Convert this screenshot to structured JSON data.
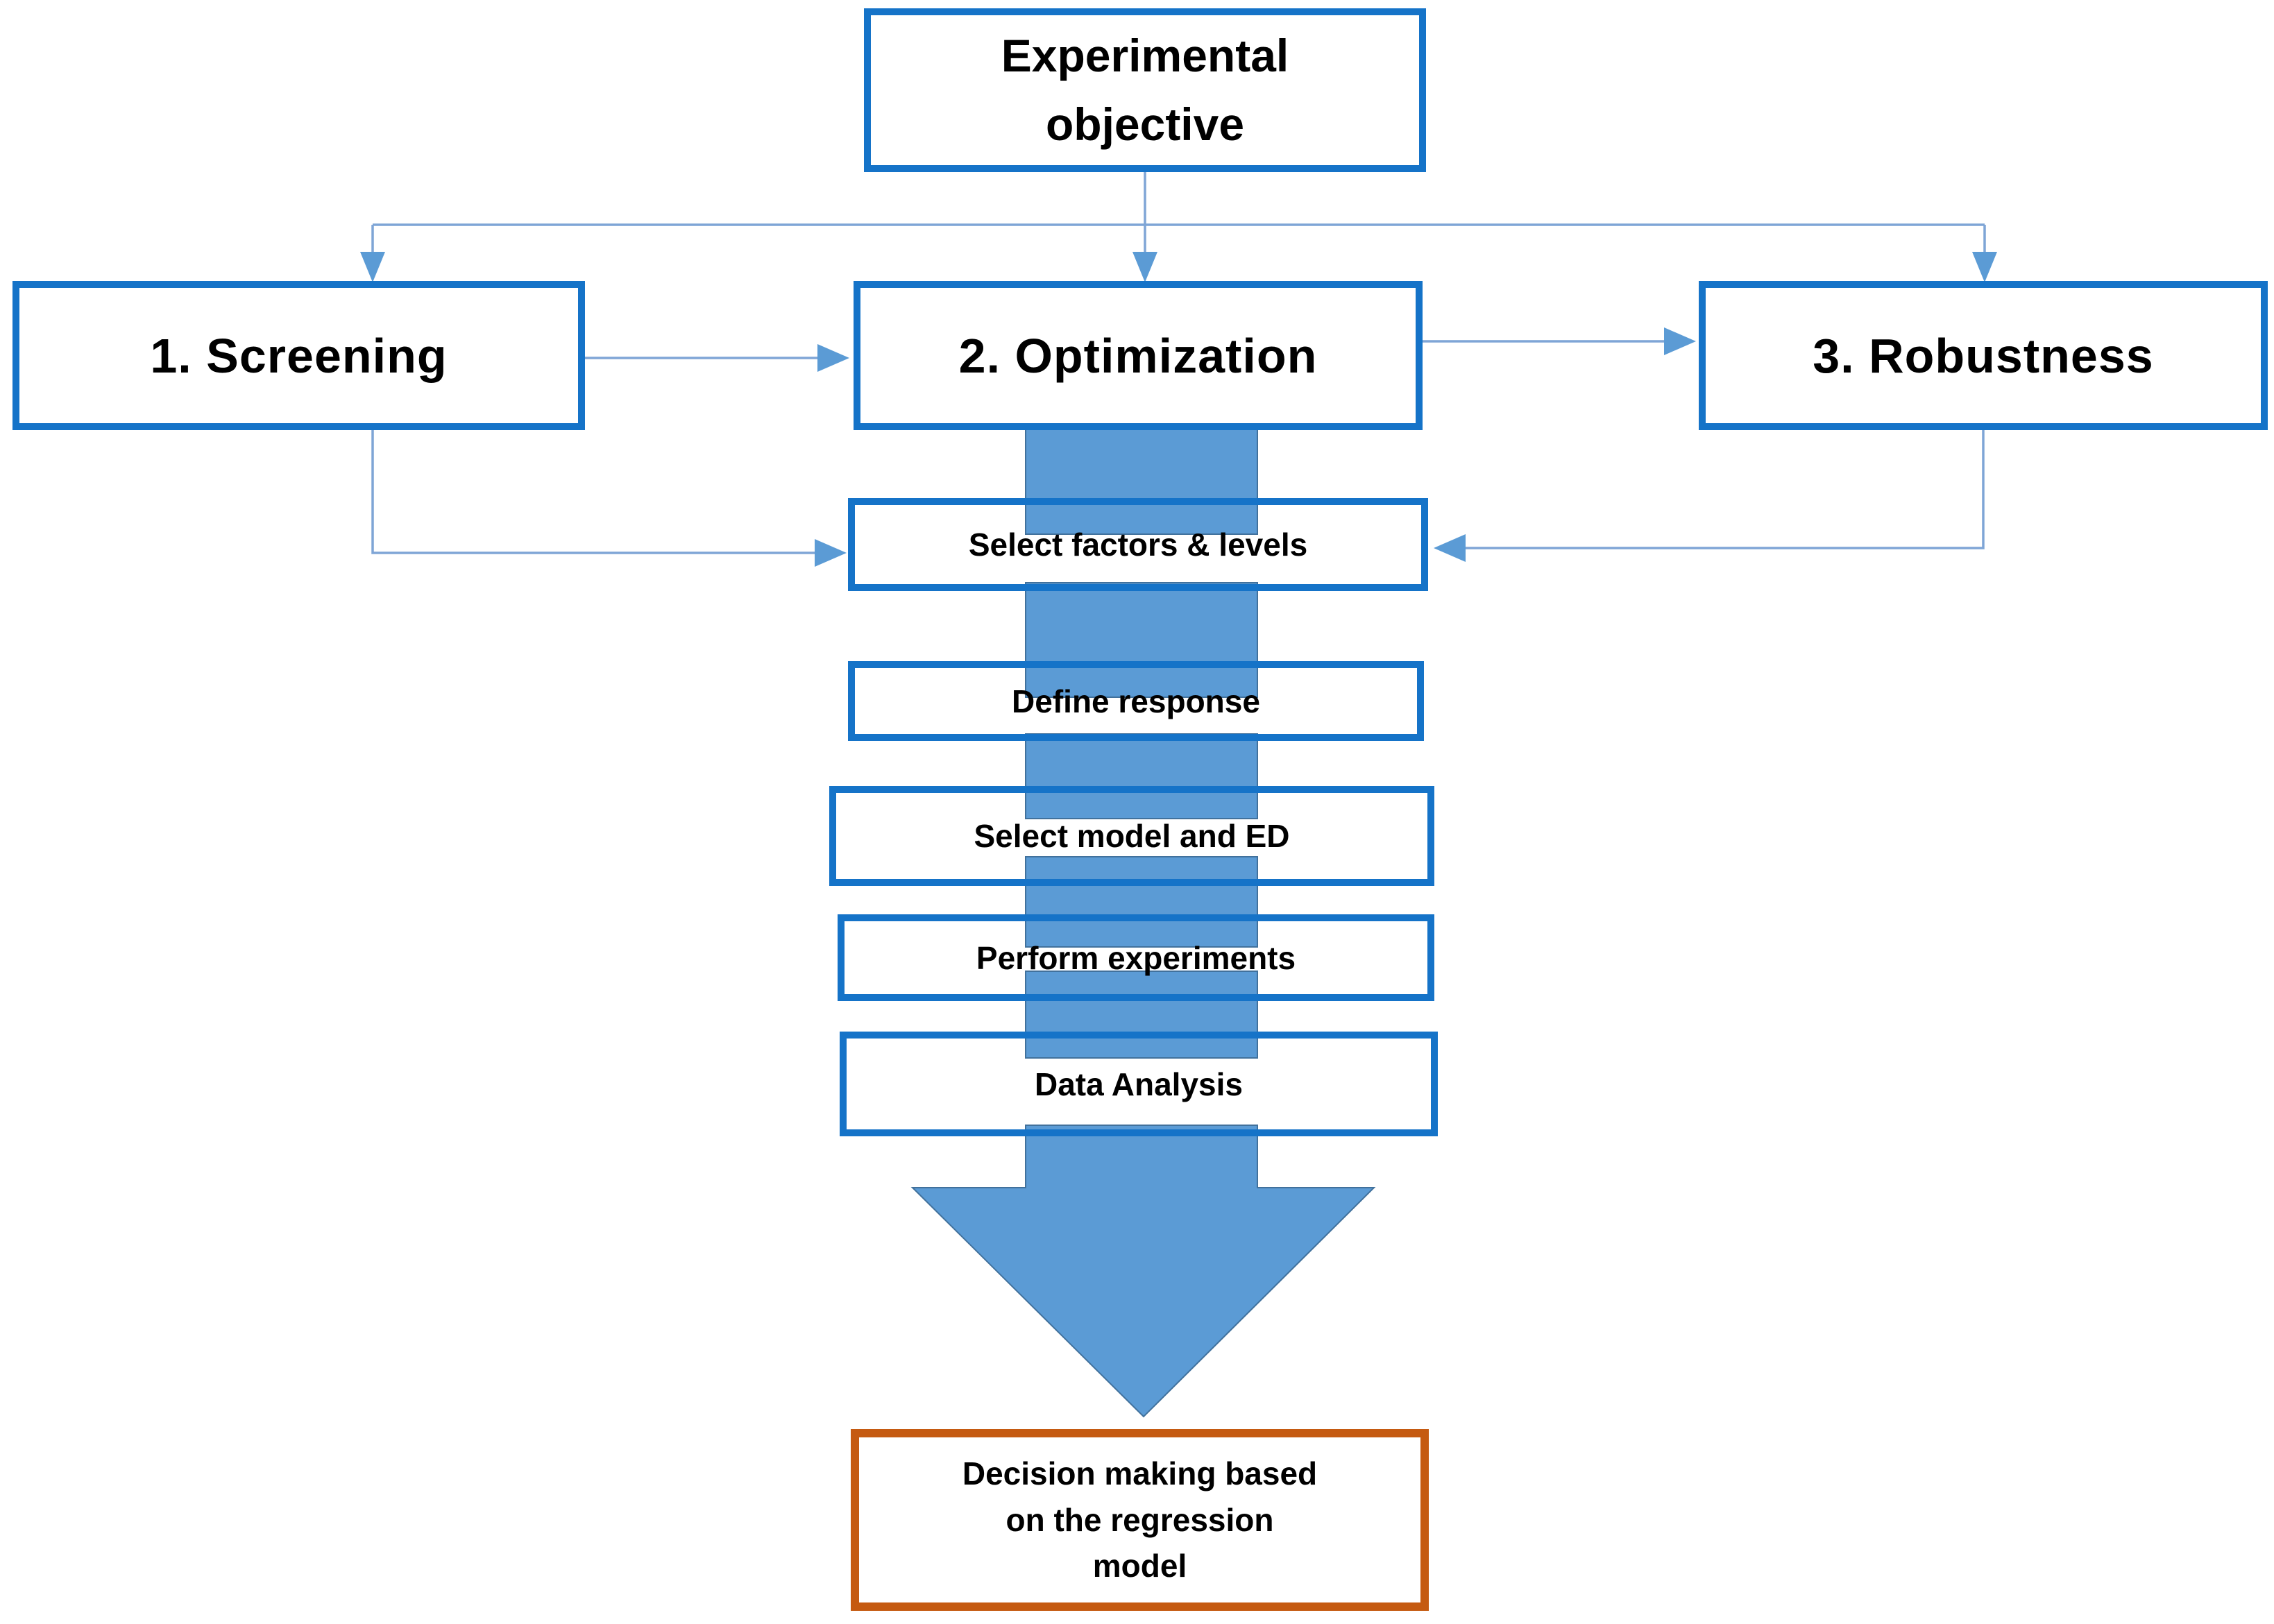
{
  "diagram": {
    "title_context": "Design of Experiments workflow flowchart",
    "nodes": {
      "experimental_objective": {
        "label": "Experimental\nobjective"
      },
      "screening": {
        "label": "1. Screening"
      },
      "optimization": {
        "label": "2. Optimization"
      },
      "robustness": {
        "label": "3. Robustness"
      },
      "select_factors": {
        "label": "Select factors & levels"
      },
      "define_response": {
        "label": "Define response"
      },
      "select_model": {
        "label": "Select model and ED"
      },
      "perform_experiments": {
        "label": "Perform experiments"
      },
      "data_analysis": {
        "label": "Data Analysis"
      },
      "decision": {
        "label": "Decision making based\non the regression\nmodel"
      }
    },
    "edges": [
      "experimental_objective -> screening",
      "experimental_objective -> optimization",
      "experimental_objective -> robustness",
      "screening -> optimization",
      "optimization -> robustness",
      "screening -> select_factors",
      "robustness -> select_factors",
      "optimization -> select_factors -> define_response -> select_model -> perform_experiments -> data_analysis -> decision (big arrow)"
    ],
    "colors": {
      "box_border_blue": "#1573c8",
      "big_arrow_fill": "#5b9bd5",
      "big_arrow_outline": "#41719c",
      "connector_line": "#7fa5d6",
      "decision_border_orange": "#c55a11",
      "text": "#000000",
      "background": "#ffffff"
    }
  }
}
